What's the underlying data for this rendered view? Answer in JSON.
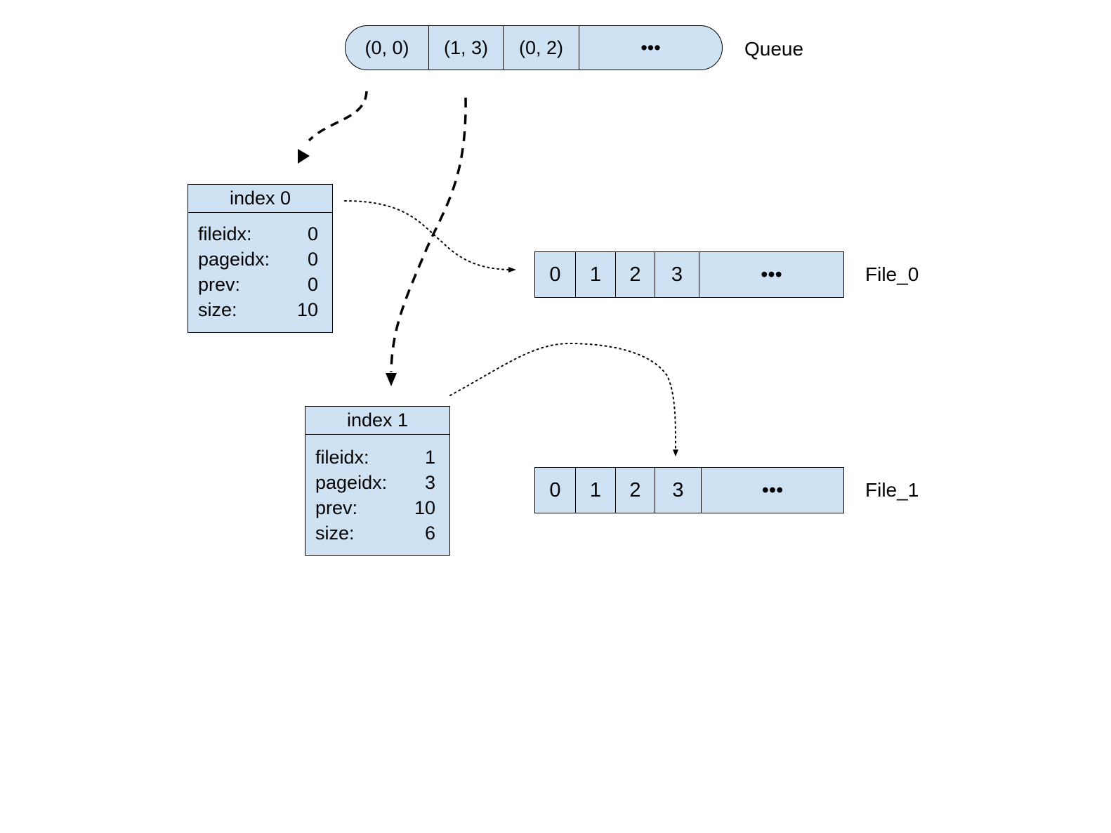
{
  "queue": {
    "label": "Queue",
    "cells": [
      "(0, 0)",
      "(1, 3)",
      "(0, 2)",
      "•••"
    ]
  },
  "records": [
    {
      "title": "index 0",
      "fields": [
        {
          "name": "fileidx:",
          "value": "0"
        },
        {
          "name": "pageidx:",
          "value": "0"
        },
        {
          "name": "prev:",
          "value": "0"
        },
        {
          "name": "size:",
          "value": "10"
        }
      ]
    },
    {
      "title": "index 1",
      "fields": [
        {
          "name": "fileidx:",
          "value": "1"
        },
        {
          "name": "pageidx:",
          "value": "3"
        },
        {
          "name": "prev:",
          "value": "10"
        },
        {
          "name": "size:",
          "value": "6"
        }
      ]
    }
  ],
  "files": [
    {
      "label": "File_0",
      "cells": [
        "0",
        "1",
        "2",
        "3",
        "•••"
      ]
    },
    {
      "label": "File_1",
      "cells": [
        "0",
        "1",
        "2",
        "3",
        "•••"
      ]
    }
  ],
  "edges": [
    {
      "from": "queue cell (0, 0)",
      "to": "index 0",
      "style": "dashed"
    },
    {
      "from": "queue cell (1, 3)",
      "to": "index 1",
      "style": "dashed"
    },
    {
      "from": "index 0",
      "to": "File_0 page 0",
      "style": "dotted"
    },
    {
      "from": "index 1",
      "to": "File_1 page 3",
      "style": "dotted"
    }
  ],
  "colors": {
    "fill": "#cfe2f3",
    "stroke": "#000000"
  }
}
